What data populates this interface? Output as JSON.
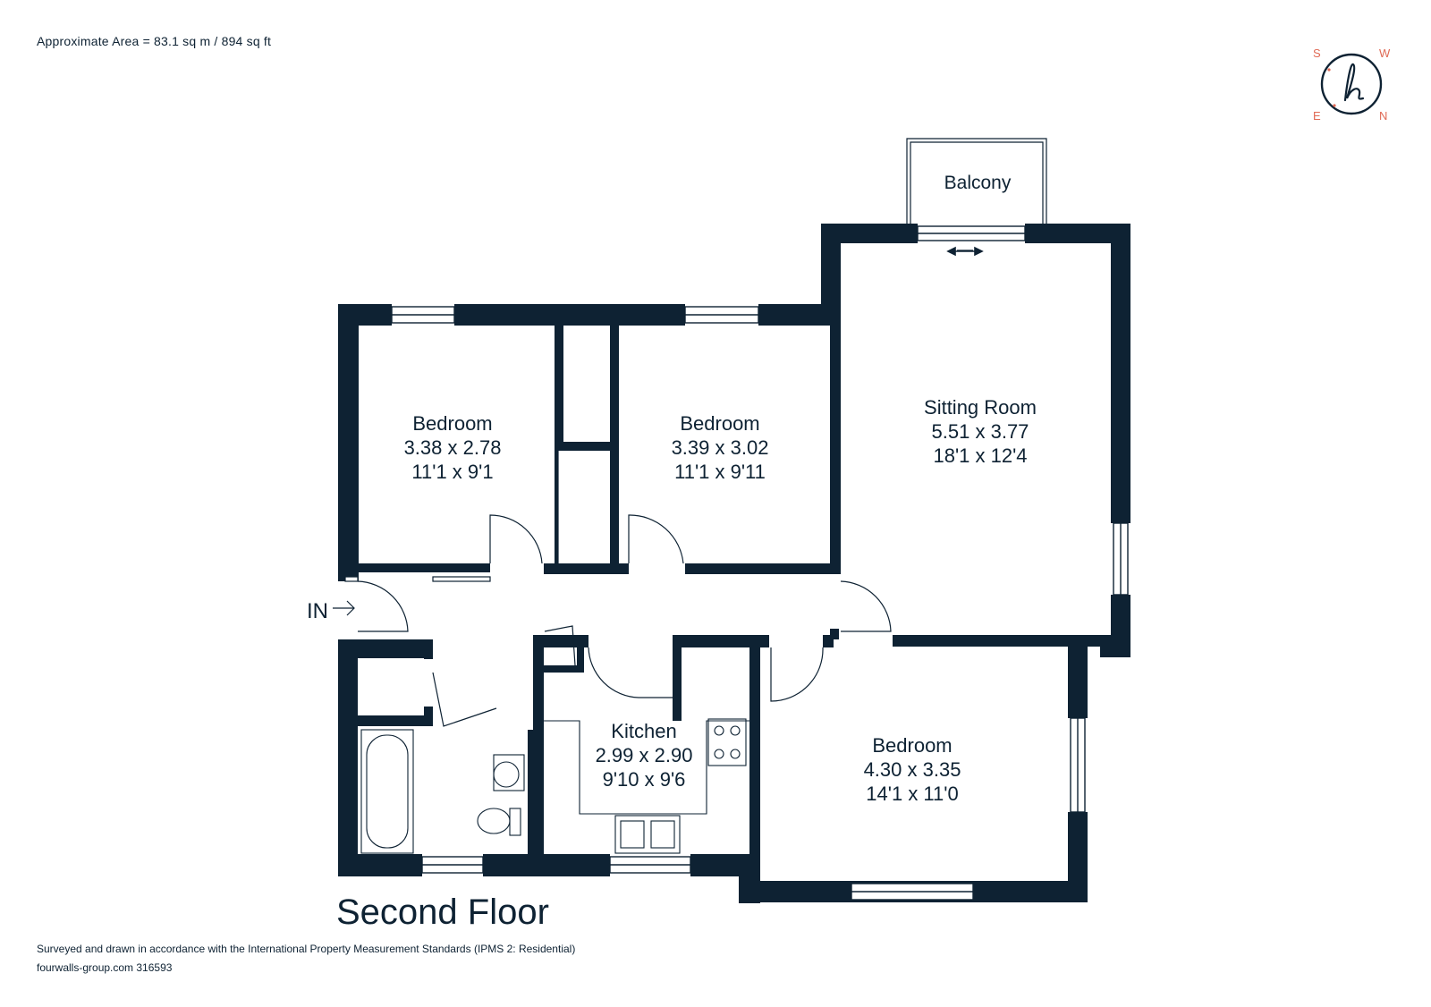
{
  "header": {
    "area_text": "Approximate Area = 83.1 sq m / 894 sq ft"
  },
  "logo": {
    "compass": {
      "s": "S",
      "w": "W",
      "e": "E",
      "n": "N"
    },
    "icon": "h-monogram-logo",
    "accent_color": "#e06a55"
  },
  "balcony": {
    "label": "Balcony"
  },
  "rooms": [
    {
      "name": "Bedroom",
      "metric": "3.38 x 2.78",
      "imperial": "11'1 x 9'1"
    },
    {
      "name": "Bedroom",
      "metric": "3.39 x 3.02",
      "imperial": "11'1 x 9'11"
    },
    {
      "name": "Sitting Room",
      "metric": "5.51 x 3.77",
      "imperial": "18'1 x 12'4"
    },
    {
      "name": "Kitchen",
      "metric": "2.99 x 2.90",
      "imperial": "9'10 x 9'6"
    },
    {
      "name": "Bedroom",
      "metric": "4.30 x 3.35",
      "imperial": "14'1 x 11'0"
    }
  ],
  "entrance": {
    "label": "IN"
  },
  "floor": {
    "title": "Second Floor"
  },
  "footer": {
    "line1": "Surveyed and drawn in accordance with the International Property Measurement Standards (IPMS 2: Residential)",
    "line2": "fourwalls-group.com 316593"
  },
  "colors": {
    "wall": "#0e2233",
    "background": "#ffffff"
  }
}
